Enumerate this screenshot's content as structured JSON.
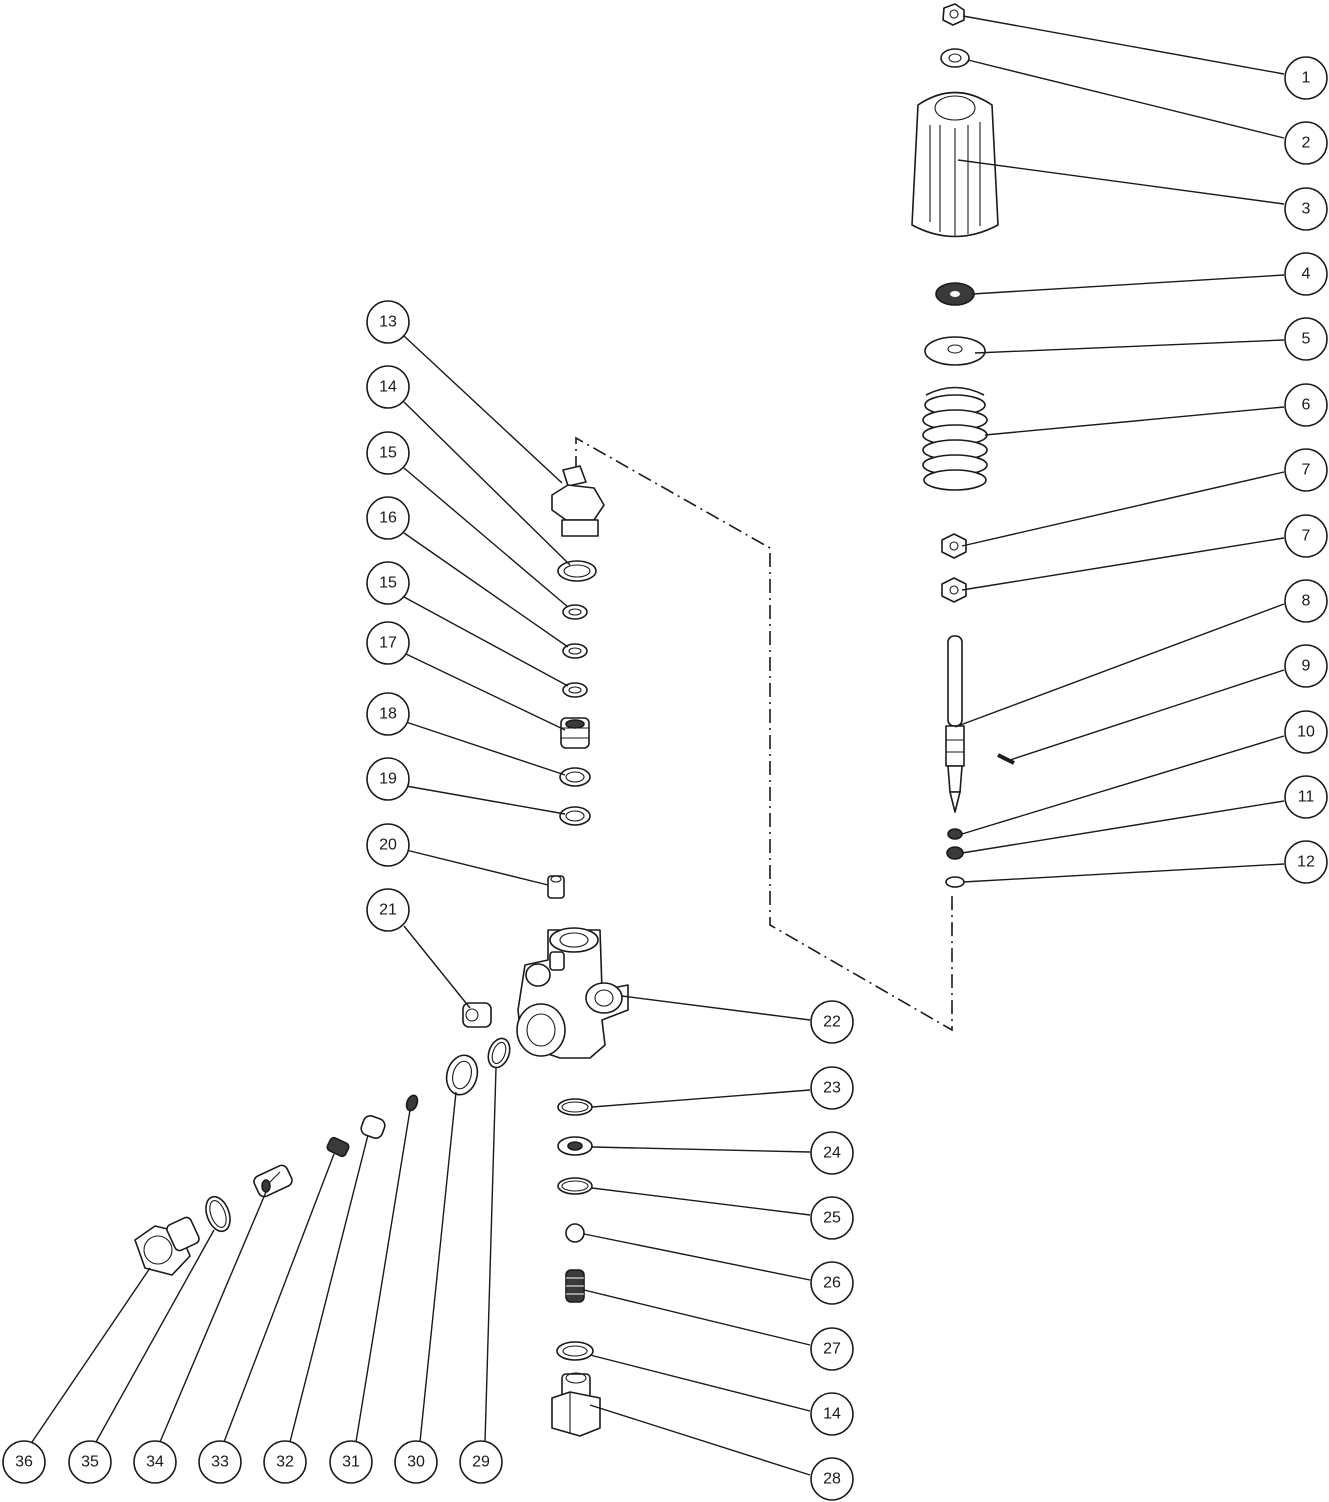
{
  "callouts": [
    {
      "id": "c1",
      "label": "1"
    },
    {
      "id": "c2",
      "label": "2"
    },
    {
      "id": "c3",
      "label": "3"
    },
    {
      "id": "c4",
      "label": "4"
    },
    {
      "id": "c5",
      "label": "5"
    },
    {
      "id": "c6",
      "label": "6"
    },
    {
      "id": "c7a",
      "label": "7"
    },
    {
      "id": "c7b",
      "label": "7"
    },
    {
      "id": "c8",
      "label": "8"
    },
    {
      "id": "c9",
      "label": "9"
    },
    {
      "id": "c10",
      "label": "10"
    },
    {
      "id": "c11",
      "label": "11"
    },
    {
      "id": "c12",
      "label": "12"
    },
    {
      "id": "c13",
      "label": "13"
    },
    {
      "id": "c14a",
      "label": "14"
    },
    {
      "id": "c15a",
      "label": "15"
    },
    {
      "id": "c16",
      "label": "16"
    },
    {
      "id": "c15b",
      "label": "15"
    },
    {
      "id": "c17",
      "label": "17"
    },
    {
      "id": "c18",
      "label": "18"
    },
    {
      "id": "c19",
      "label": "19"
    },
    {
      "id": "c20",
      "label": "20"
    },
    {
      "id": "c21",
      "label": "21"
    },
    {
      "id": "c22",
      "label": "22"
    },
    {
      "id": "c23",
      "label": "23"
    },
    {
      "id": "c24",
      "label": "24"
    },
    {
      "id": "c25",
      "label": "25"
    },
    {
      "id": "c26",
      "label": "26"
    },
    {
      "id": "c27",
      "label": "27"
    },
    {
      "id": "c14b",
      "label": "14"
    },
    {
      "id": "c28",
      "label": "28"
    },
    {
      "id": "c29",
      "label": "29"
    },
    {
      "id": "c30",
      "label": "30"
    },
    {
      "id": "c31",
      "label": "31"
    },
    {
      "id": "c32",
      "label": "32"
    },
    {
      "id": "c33",
      "label": "33"
    },
    {
      "id": "c34",
      "label": "34"
    },
    {
      "id": "c35",
      "label": "35"
    },
    {
      "id": "c36",
      "label": "36"
    }
  ]
}
